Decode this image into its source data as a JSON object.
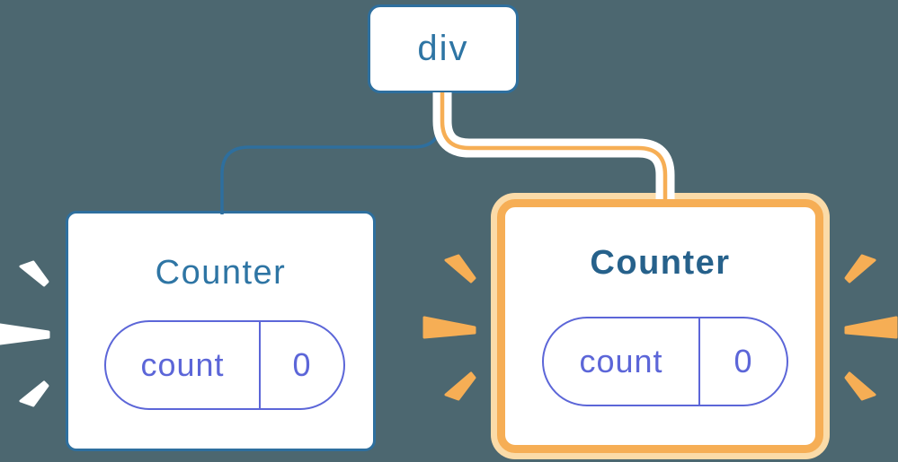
{
  "colors": {
    "background": "#4c6770",
    "blue": "#2e6f9e",
    "blue_text": "#2e75a4",
    "blue_text_bold": "#26618b",
    "indigo": "#5c66d8",
    "orange": "#f6ae55",
    "orange_light": "#fbdba8",
    "card": "#ffffff"
  },
  "diagram": {
    "root": {
      "label": "div"
    },
    "children": [
      {
        "title": "Counter",
        "highlighted": false,
        "state": {
          "key": "count",
          "value": "0"
        }
      },
      {
        "title": "Counter",
        "highlighted": true,
        "state": {
          "key": "count",
          "value": "0"
        }
      }
    ]
  }
}
